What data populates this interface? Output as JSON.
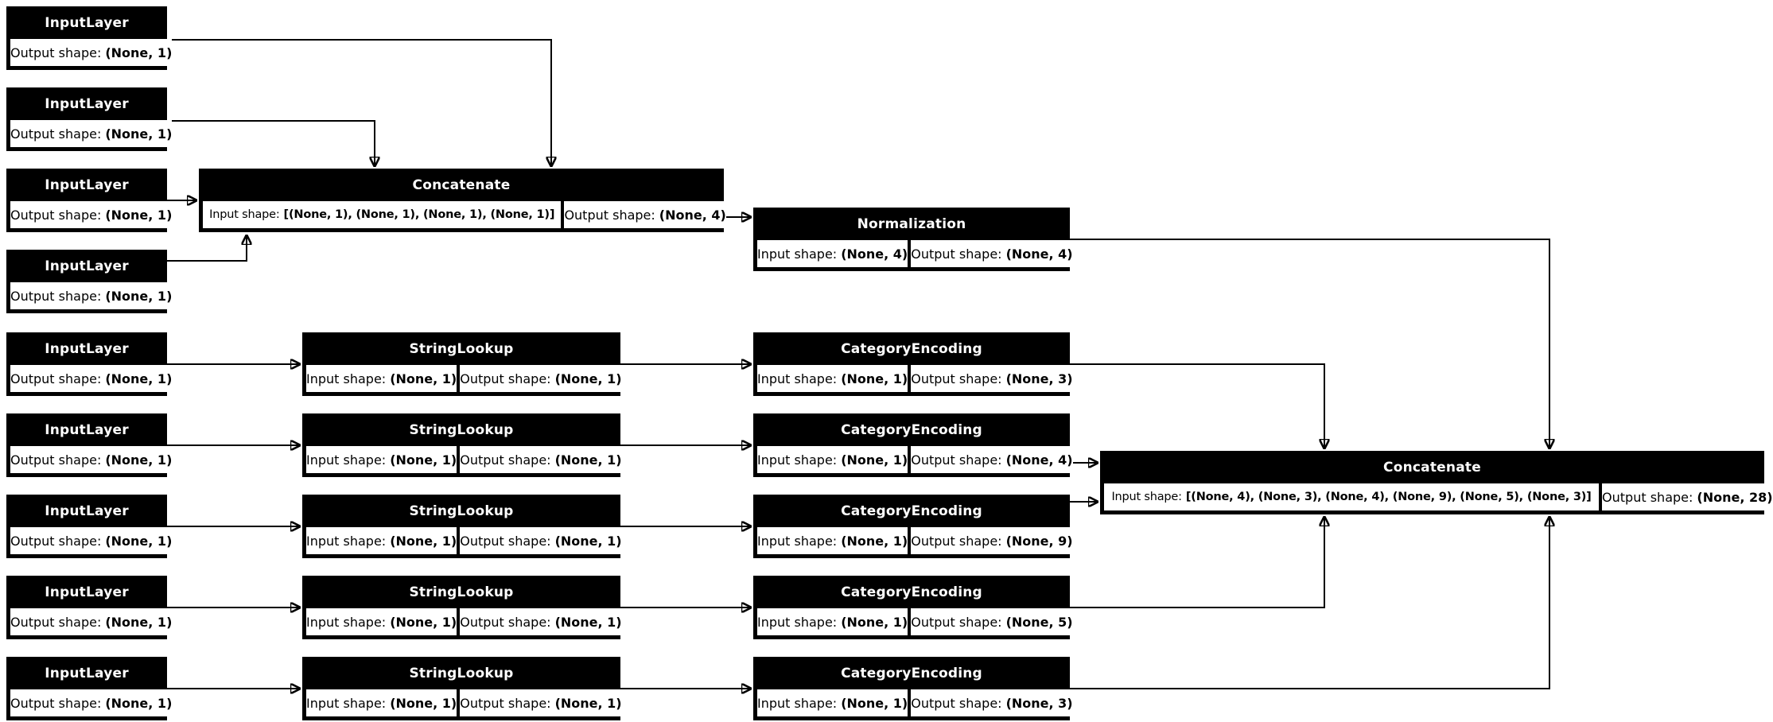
{
  "diagram": {
    "labels": {
      "input_shape": "Input shape:",
      "output_shape": "Output shape:"
    },
    "nodes": {
      "input1": {
        "title": "InputLayer",
        "output": "(None, 1)"
      },
      "input2": {
        "title": "InputLayer",
        "output": "(None, 1)"
      },
      "input3": {
        "title": "InputLayer",
        "output": "(None, 1)"
      },
      "input4": {
        "title": "InputLayer",
        "output": "(None, 1)"
      },
      "input5": {
        "title": "InputLayer",
        "output": "(None, 1)"
      },
      "input6": {
        "title": "InputLayer",
        "output": "(None, 1)"
      },
      "input7": {
        "title": "InputLayer",
        "output": "(None, 1)"
      },
      "input8": {
        "title": "InputLayer",
        "output": "(None, 1)"
      },
      "input9": {
        "title": "InputLayer",
        "output": "(None, 1)"
      },
      "concat1": {
        "title": "Concatenate",
        "input": "[(None, 1), (None, 1), (None, 1), (None, 1)]",
        "output": "(None, 4)"
      },
      "norm": {
        "title": "Normalization",
        "input": "(None, 4)",
        "output": "(None, 4)"
      },
      "lookup1": {
        "title": "StringLookup",
        "input": "(None, 1)",
        "output": "(None, 1)"
      },
      "lookup2": {
        "title": "StringLookup",
        "input": "(None, 1)",
        "output": "(None, 1)"
      },
      "lookup3": {
        "title": "StringLookup",
        "input": "(None, 1)",
        "output": "(None, 1)"
      },
      "lookup4": {
        "title": "StringLookup",
        "input": "(None, 1)",
        "output": "(None, 1)"
      },
      "lookup5": {
        "title": "StringLookup",
        "input": "(None, 1)",
        "output": "(None, 1)"
      },
      "ce1": {
        "title": "CategoryEncoding",
        "input": "(None, 1)",
        "output": "(None, 3)"
      },
      "ce2": {
        "title": "CategoryEncoding",
        "input": "(None, 1)",
        "output": "(None, 4)"
      },
      "ce3": {
        "title": "CategoryEncoding",
        "input": "(None, 1)",
        "output": "(None, 9)"
      },
      "ce4": {
        "title": "CategoryEncoding",
        "input": "(None, 1)",
        "output": "(None, 5)"
      },
      "ce5": {
        "title": "CategoryEncoding",
        "input": "(None, 1)",
        "output": "(None, 3)"
      },
      "concat2": {
        "title": "Concatenate",
        "input": "[(None, 4), (None, 3), (None, 4), (None, 9), (None, 5), (None, 3)]",
        "output": "(None, 28)"
      }
    }
  }
}
